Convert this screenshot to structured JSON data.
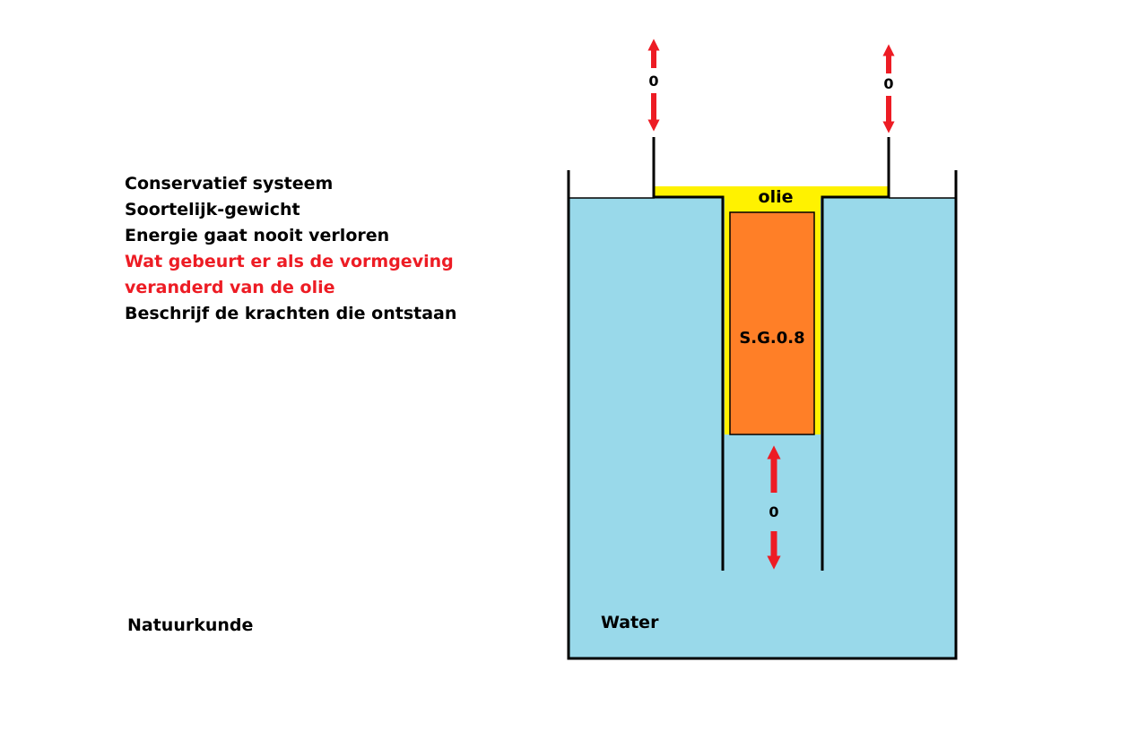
{
  "notes": [
    {
      "text": "Conservatief systeem",
      "color": "#000000"
    },
    {
      "text": "Soortelijk-gewicht",
      "color": "#000000"
    },
    {
      "text": "Energie gaat nooit verloren",
      "color": "#000000"
    },
    {
      "text": "Wat gebeurt er als de vormgeving",
      "color": "#ed1c24"
    },
    {
      "text": "veranderd van de olie",
      "color": "#ed1c24"
    },
    {
      "text": "Beschrijf de krachten die ontstaan",
      "color": "#000000"
    }
  ],
  "subject": "Natuurkunde",
  "diagram": {
    "oil_label": "olie",
    "block_label": "S.G.0.8",
    "water_label": "Water",
    "force_left": "0",
    "force_right": "0",
    "force_bottom": "0",
    "colors": {
      "water": "#99d9ea",
      "oil": "#fff200",
      "block": "#ff7f27",
      "arrow": "#ed1c24"
    }
  }
}
